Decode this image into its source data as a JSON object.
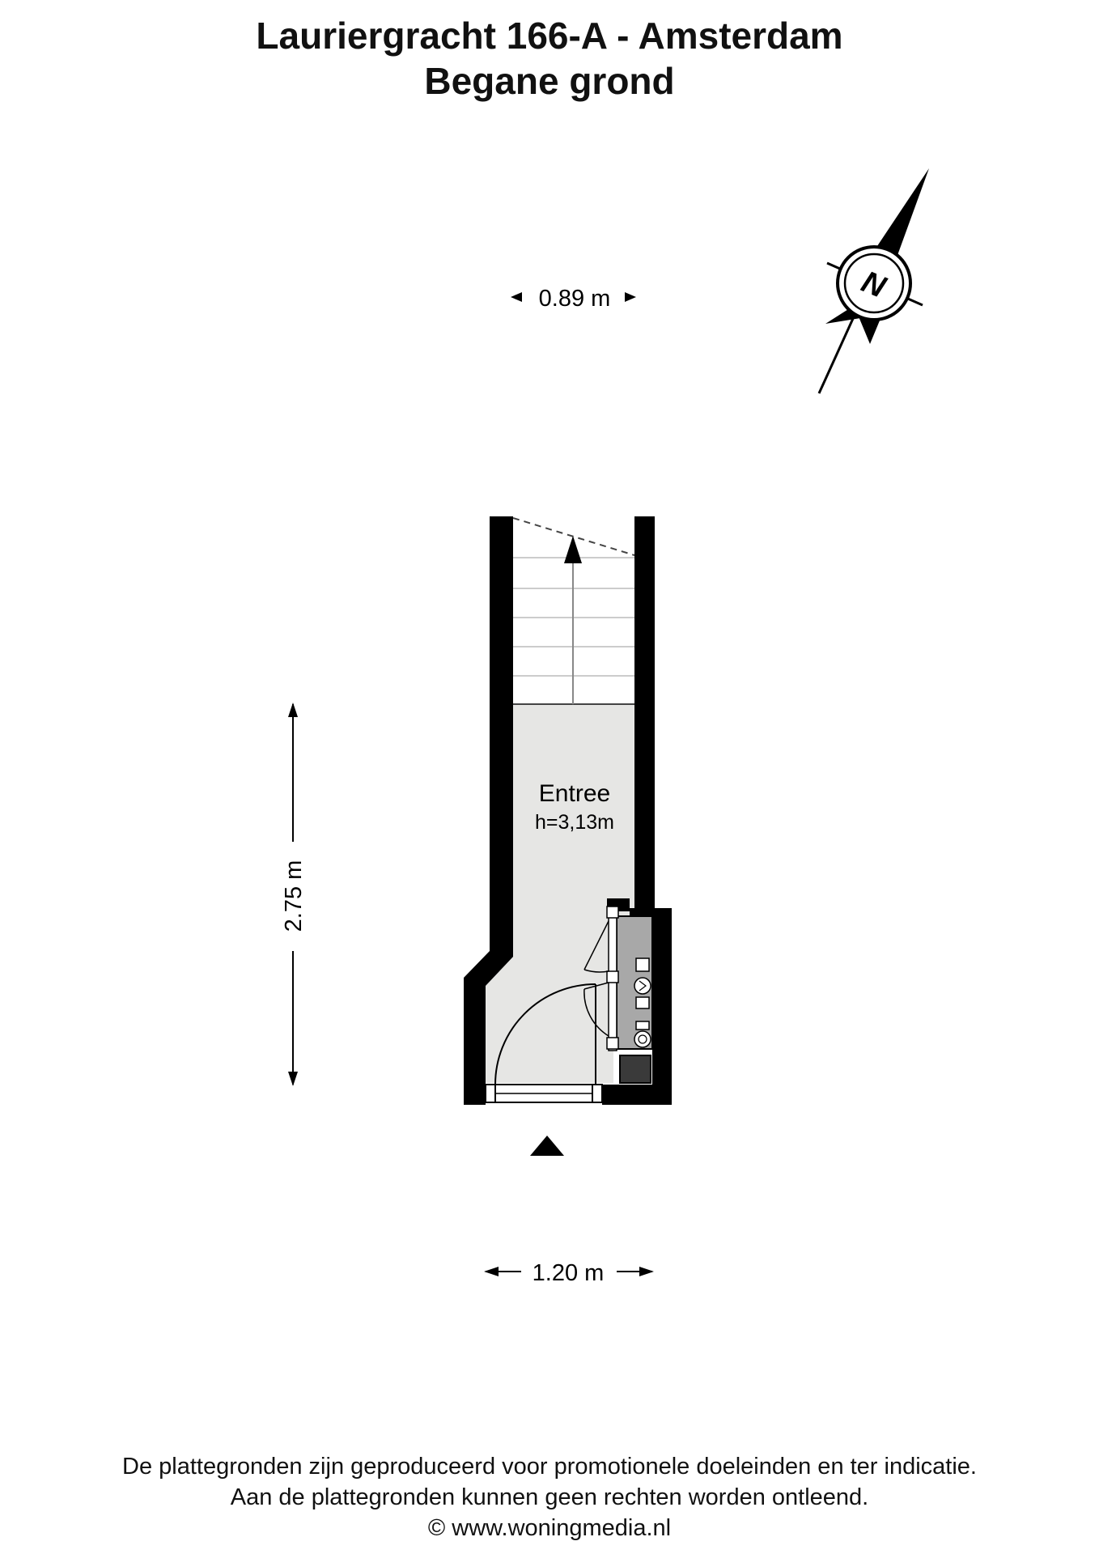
{
  "header": {
    "title": "Lauriergracht 166-A - Amsterdam",
    "subtitle": "Begane grond"
  },
  "plan": {
    "room_name": "Entree",
    "room_height": "h=3,13m",
    "dimension_top": "0.89 m",
    "dimension_bottom": "1.20 m",
    "dimension_left": "2.75 m",
    "compass_label": "N",
    "colors": {
      "wall": "#000000",
      "floor": "#e6e6e4",
      "cabinet": "#a8a8a8",
      "dark_box": "#3a3a3a"
    }
  },
  "footer": {
    "line1": "De plattegronden zijn geproduceerd voor promotionele doeleinden en ter indicatie.",
    "line2": "Aan de plattegronden kunnen geen rechten worden ontleend.",
    "line3": "© www.woningmedia.nl"
  }
}
